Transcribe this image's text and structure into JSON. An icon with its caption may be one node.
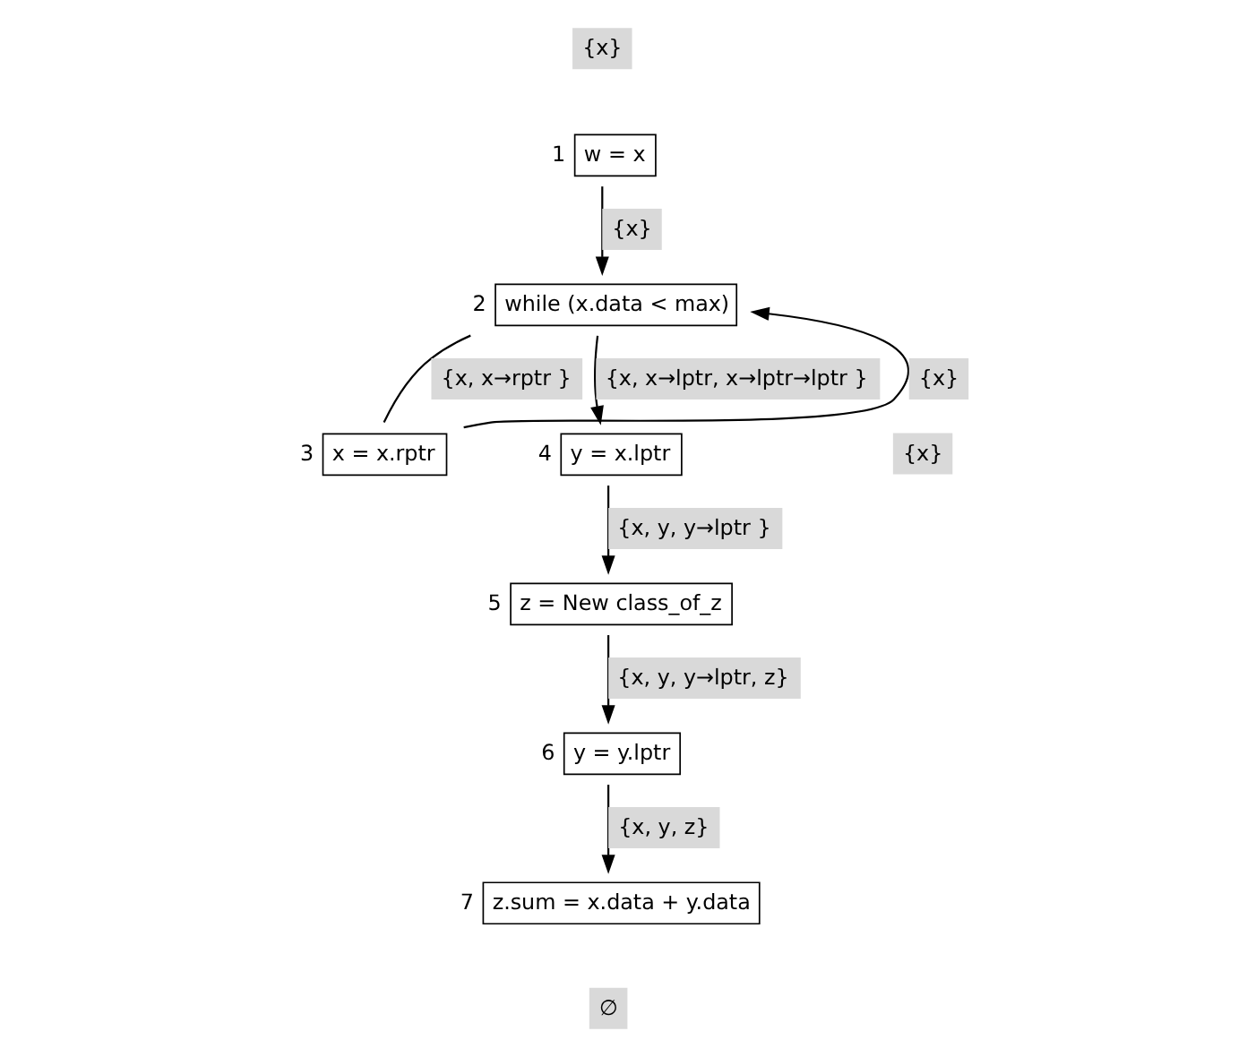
{
  "diagram": {
    "nodes": [
      {
        "text": [
          "w = x"
        ],
        "beside": [
          "1"
        ]
      },
      {
        "text": [
          "while (x.data < max)"
        ],
        "beside": [
          "2"
        ]
      },
      {
        "text": [
          "x = x.rptr"
        ],
        "beside": [
          "3"
        ]
      },
      {
        "text": [
          "y = x.lptr"
        ],
        "beside": [
          "4"
        ]
      },
      {
        "text": [
          "z = New class_of_z"
        ],
        "beside": [
          "5"
        ]
      },
      {
        "text": [
          "y = y.lptr"
        ],
        "beside": [
          "6"
        ]
      },
      {
        "text": [
          "z.sum = x.data + y.data"
        ],
        "beside": [
          "7"
        ]
      }
    ],
    "edges": [
      {
        "from": 0,
        "to": 1,
        "arrow": "to",
        "label": "{x}"
      },
      {
        "from": 1,
        "to": 3,
        "arrow": "to",
        "label": "{x, x→lptr, x→lptr→lptr }"
      },
      {
        "from": 1,
        "to": 2,
        "arrow": "none",
        "label": "{x, x→rptr }"
      },
      {
        "from": 2,
        "to": 1,
        "arrow": "to",
        "label": "{x}"
      },
      {
        "from": 3,
        "to": 4,
        "arrow": "to",
        "label": "{x, y, y→lptr }"
      },
      {
        "from": 4,
        "to": 5,
        "arrow": "to",
        "label": "{x, y, y→lptr, z}"
      },
      {
        "from": 5,
        "to": 6,
        "arrow": "to",
        "label": "{x, y, z}"
      }
    ],
    "labels": [
      "{x}",
      "{x}",
      "∅"
    ]
  }
}
